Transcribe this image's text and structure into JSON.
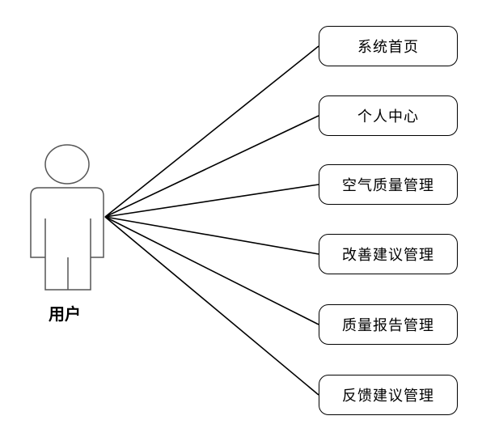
{
  "actor": {
    "label": "用户"
  },
  "use_cases": [
    {
      "label": "系统首页"
    },
    {
      "label": "个人中心"
    },
    {
      "label": "空气质量管理"
    },
    {
      "label": "改善建议管理"
    },
    {
      "label": "质量报告管理"
    },
    {
      "label": "反馈建议管理"
    }
  ],
  "colors": {
    "line": "#000000",
    "actor_stroke": "#555555",
    "background": "#ffffff"
  }
}
